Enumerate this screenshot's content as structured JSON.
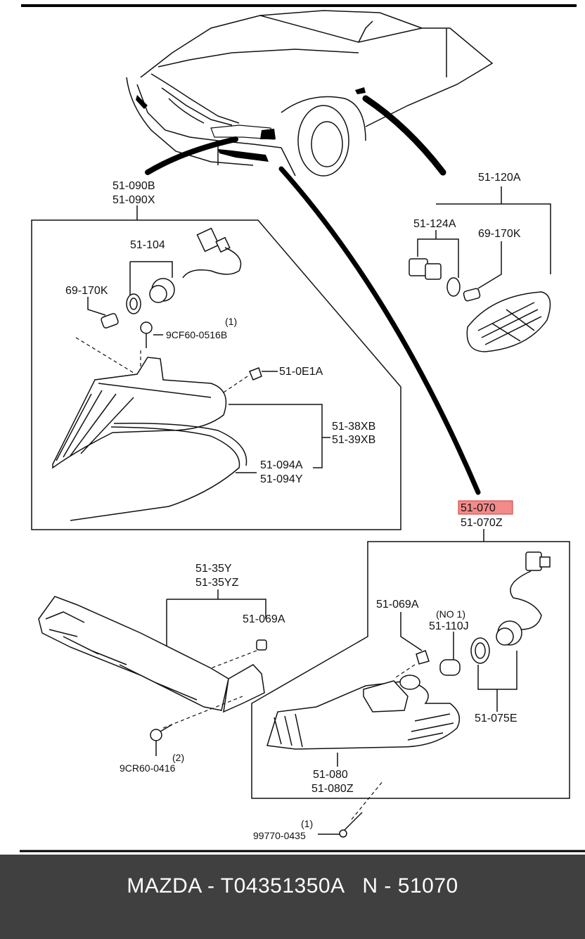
{
  "labels": {
    "p_51_090B": "51-090B",
    "p_51_090X": "51-090X",
    "p_51_120A": "51-120A",
    "p_51_124A": "51-124A",
    "p_69_170K_right": "69-170K",
    "p_51_104": "51-104",
    "p_69_170K_left": "69-170K",
    "p_qty_1_a": "(1)",
    "p_9CF60_0516B": "9CF60-0516B",
    "p_51_0E1A": "51-0E1A",
    "p_51_38XB": "51-38XB",
    "p_51_39XB": "51-39XB",
    "p_51_094A": "51-094A",
    "p_51_094Y": "51-094Y",
    "p_51_070": "51-070",
    "p_51_070Z": "51-070Z",
    "p_51_35Y": "51-35Y",
    "p_51_35YZ": "51-35YZ",
    "p_51_069A_left": "51-069A",
    "p_51_069A_right": "51-069A",
    "p_no1": "(NO 1)",
    "p_51_110J": "51-110J",
    "p_51_075E": "51-075E",
    "p_qty_2": "(2)",
    "p_9CR60_0416": "9CR60-0416",
    "p_51_080": "51-080",
    "p_51_080Z": "51-080Z",
    "p_qty_1_b": "(1)",
    "p_99770_0435": "99770-0435"
  },
  "highlight": {
    "part": "51-070",
    "color": "#f48a8a"
  },
  "footer": {
    "text": "MAZDA - T04351350A   N - 51070",
    "background": "#404040"
  }
}
